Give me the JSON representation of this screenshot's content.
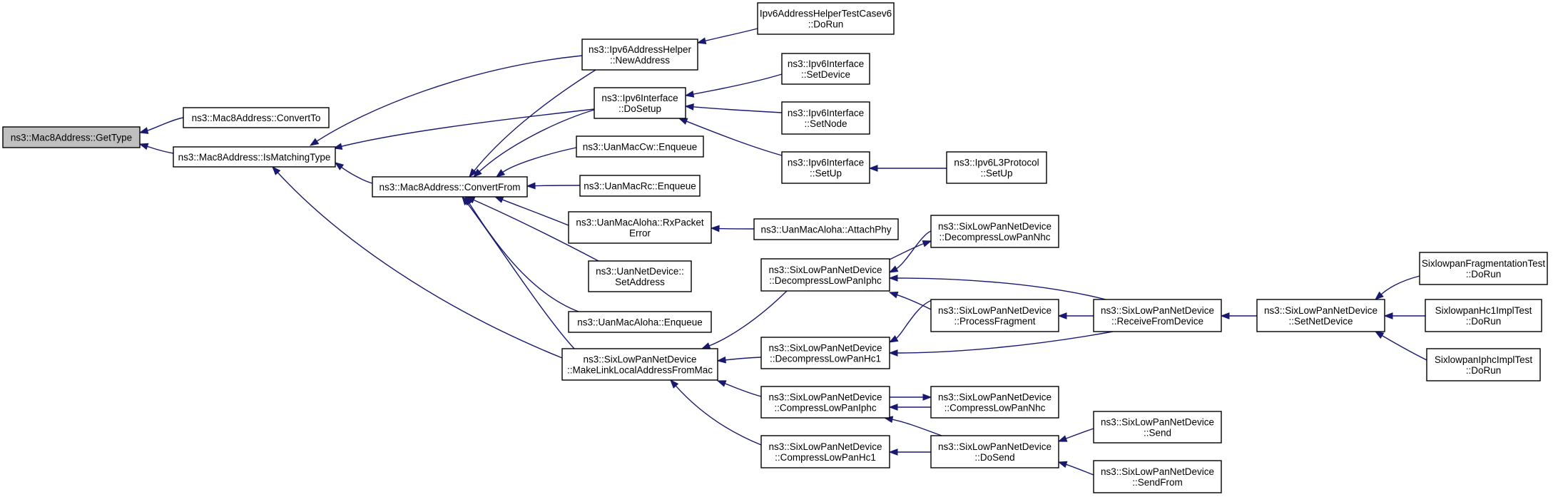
{
  "nodes": [
    {
      "id": "gettype",
      "label": [
        "ns3::Mac8Address::GetType"
      ],
      "root": true
    },
    {
      "id": "convertto",
      "label": [
        "ns3::Mac8Address::ConvertTo"
      ]
    },
    {
      "id": "ismatchingtype",
      "label": [
        "ns3::Mac8Address::IsMatchingType"
      ]
    },
    {
      "id": "convertfrom",
      "label": [
        "ns3::Mac8Address::ConvertFrom"
      ]
    },
    {
      "id": "ipv6addresshelper_newaddress",
      "label": [
        "ns3::Ipv6AddressHelper",
        "::NewAddress"
      ]
    },
    {
      "id": "ipv6interface_dosetup",
      "label": [
        "ns3::Ipv6Interface",
        "::DoSetup"
      ]
    },
    {
      "id": "uanmaccw_enqueue",
      "label": [
        "ns3::UanMacCw::Enqueue"
      ]
    },
    {
      "id": "uanmacrc_enqueue",
      "label": [
        "ns3::UanMacRc::Enqueue"
      ]
    },
    {
      "id": "uanmacaloha_rxpacketerror",
      "label": [
        "ns3::UanMacAloha::RxPacket",
        "Error"
      ]
    },
    {
      "id": "uannetdevice_setaddress",
      "label": [
        "ns3::UanNetDevice::",
        "SetAddress"
      ]
    },
    {
      "id": "uanmacaloha_enqueue",
      "label": [
        "ns3::UanMacAloha::Enqueue"
      ]
    },
    {
      "id": "makelinklocal",
      "label": [
        "ns3::SixLowPanNetDevice",
        "::MakeLinkLocalAddressFromMac"
      ]
    },
    {
      "id": "ipaddresshelpertestcasev6_dorun",
      "label": [
        "Ipv6AddressHelperTestCasev6",
        "::DoRun"
      ]
    },
    {
      "id": "ipv6interface_setdevice",
      "label": [
        "ns3::Ipv6Interface",
        "::SetDevice"
      ]
    },
    {
      "id": "ipv6interface_setnode",
      "label": [
        "ns3::Ipv6Interface",
        "::SetNode"
      ]
    },
    {
      "id": "ipv6interface_setup",
      "label": [
        "ns3::Ipv6Interface",
        "::SetUp"
      ]
    },
    {
      "id": "ipv6l3protocol_setup",
      "label": [
        "ns3::Ipv6L3Protocol",
        "::SetUp"
      ]
    },
    {
      "id": "uanmacaloha_attachphy",
      "label": [
        "ns3::UanMacAloha::AttachPhy"
      ]
    },
    {
      "id": "decompresslowpaniphc",
      "label": [
        "ns3::SixLowPanNetDevice",
        "::DecompressLowPanIphc"
      ]
    },
    {
      "id": "decompresslowpanhc1",
      "label": [
        "ns3::SixLowPanNetDevice",
        "::DecompressLowPanHc1"
      ]
    },
    {
      "id": "compresslowpaniphc",
      "label": [
        "ns3::SixLowPanNetDevice",
        "::CompressLowPanIphc"
      ]
    },
    {
      "id": "compresslowpanhc1",
      "label": [
        "ns3::SixLowPanNetDevice",
        "::CompressLowPanHc1"
      ]
    },
    {
      "id": "decompresslowpannhc",
      "label": [
        "ns3::SixLowPanNetDevice",
        "::DecompressLowPanNhc"
      ]
    },
    {
      "id": "processfragment",
      "label": [
        "ns3::SixLowPanNetDevice",
        "::ProcessFragment"
      ]
    },
    {
      "id": "compresslowpannhc",
      "label": [
        "ns3::SixLowPanNetDevice",
        "::CompressLowPanNhc"
      ]
    },
    {
      "id": "dosend",
      "label": [
        "ns3::SixLowPanNetDevice",
        "::DoSend"
      ]
    },
    {
      "id": "receivefromdevice",
      "label": [
        "ns3::SixLowPanNetDevice",
        "::ReceiveFromDevice"
      ]
    },
    {
      "id": "send",
      "label": [
        "ns3::SixLowPanNetDevice",
        "::Send"
      ]
    },
    {
      "id": "sendfrom",
      "label": [
        "ns3::SixLowPanNetDevice",
        "::SendFrom"
      ]
    },
    {
      "id": "setnetdevice",
      "label": [
        "ns3::SixLowPanNetDevice",
        "::SetNetDevice"
      ]
    },
    {
      "id": "fragmentationtest_dorun",
      "label": [
        "SixlowpanFragmentationTest",
        "::DoRun"
      ]
    },
    {
      "id": "hc1impltest_dorun",
      "label": [
        "SixlowpanHc1ImplTest",
        "::DoRun"
      ]
    },
    {
      "id": "iphcimpltest_dorun",
      "label": [
        "SixlowpanIphcImplTest",
        "::DoRun"
      ]
    }
  ],
  "edges": [
    {
      "from": "convertto",
      "to": "gettype"
    },
    {
      "from": "ismatchingtype",
      "to": "gettype"
    },
    {
      "from": "convertfrom",
      "to": "ismatchingtype"
    },
    {
      "from": "ipv6addresshelper_newaddress",
      "to": "ismatchingtype"
    },
    {
      "from": "ipv6interface_dosetup",
      "to": "ismatchingtype"
    },
    {
      "from": "makelinklocal",
      "to": "ismatchingtype"
    },
    {
      "from": "ipv6addresshelper_newaddress",
      "to": "convertfrom"
    },
    {
      "from": "ipv6interface_dosetup",
      "to": "convertfrom"
    },
    {
      "from": "uanmaccw_enqueue",
      "to": "convertfrom"
    },
    {
      "from": "uanmacrc_enqueue",
      "to": "convertfrom"
    },
    {
      "from": "uanmacaloha_rxpacketerror",
      "to": "convertfrom"
    },
    {
      "from": "uannetdevice_setaddress",
      "to": "convertfrom"
    },
    {
      "from": "uanmacaloha_enqueue",
      "to": "convertfrom"
    },
    {
      "from": "makelinklocal",
      "to": "convertfrom"
    },
    {
      "from": "ipaddresshelpertestcasev6_dorun",
      "to": "ipv6addresshelper_newaddress"
    },
    {
      "from": "ipv6interface_setdevice",
      "to": "ipv6interface_dosetup"
    },
    {
      "from": "ipv6interface_setnode",
      "to": "ipv6interface_dosetup"
    },
    {
      "from": "ipv6interface_setup",
      "to": "ipv6interface_dosetup"
    },
    {
      "from": "ipv6l3protocol_setup",
      "to": "ipv6interface_setup"
    },
    {
      "from": "uanmacaloha_attachphy",
      "to": "uanmacaloha_rxpacketerror"
    },
    {
      "from": "decompresslowpaniphc",
      "to": "makelinklocal"
    },
    {
      "from": "decompresslowpanhc1",
      "to": "makelinklocal"
    },
    {
      "from": "compresslowpaniphc",
      "to": "makelinklocal"
    },
    {
      "from": "compresslowpanhc1",
      "to": "makelinklocal"
    },
    {
      "from": "decompresslowpannhc",
      "to": "decompresslowpaniphc"
    },
    {
      "from": "processfragment",
      "to": "decompresslowpaniphc"
    },
    {
      "from": "receivefromdevice",
      "to": "decompresslowpaniphc"
    },
    {
      "from": "processfragment",
      "to": "decompresslowpanhc1"
    },
    {
      "from": "receivefromdevice",
      "to": "decompresslowpanhc1"
    },
    {
      "from": "compresslowpannhc",
      "to": "compresslowpaniphc"
    },
    {
      "from": "dosend",
      "to": "compresslowpaniphc"
    },
    {
      "from": "dosend",
      "to": "compresslowpanhc1"
    },
    {
      "from": "decompresslowpaniphc",
      "to": "decompresslowpannhc"
    },
    {
      "from": "compresslowpaniphc",
      "to": "compresslowpannhc"
    },
    {
      "from": "receivefromdevice",
      "to": "processfragment"
    },
    {
      "from": "send",
      "to": "dosend"
    },
    {
      "from": "sendfrom",
      "to": "dosend"
    },
    {
      "from": "setnetdevice",
      "to": "receivefromdevice"
    },
    {
      "from": "fragmentationtest_dorun",
      "to": "setnetdevice"
    },
    {
      "from": "hc1impltest_dorun",
      "to": "setnetdevice"
    },
    {
      "from": "iphcimpltest_dorun",
      "to": "setnetdevice"
    }
  ]
}
